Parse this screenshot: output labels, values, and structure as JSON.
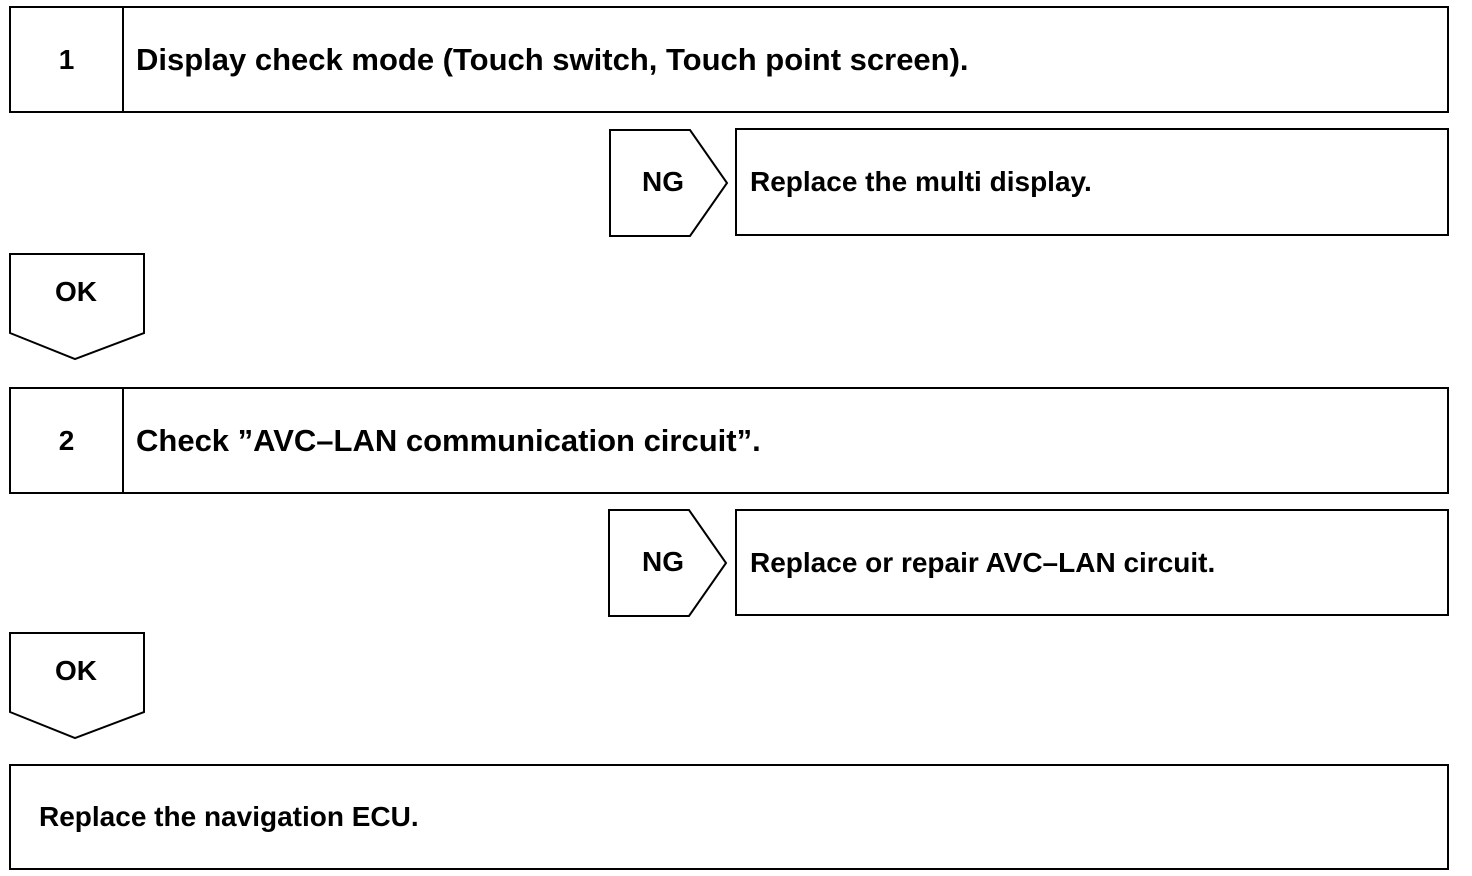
{
  "flowchart": {
    "step1": {
      "number": "1",
      "text": "Display check mode (Touch switch, Touch point screen)."
    },
    "ng1": {
      "label": "NG",
      "result": "Replace the multi display."
    },
    "ok1": {
      "label": "OK"
    },
    "step2": {
      "number": "2",
      "text": "Check ”AVC–LAN communication circuit”."
    },
    "ng2": {
      "label": "NG",
      "result": "Replace or repair AVC–LAN circuit."
    },
    "ok2": {
      "label": "OK"
    },
    "final": {
      "text": "Replace the navigation ECU."
    }
  }
}
